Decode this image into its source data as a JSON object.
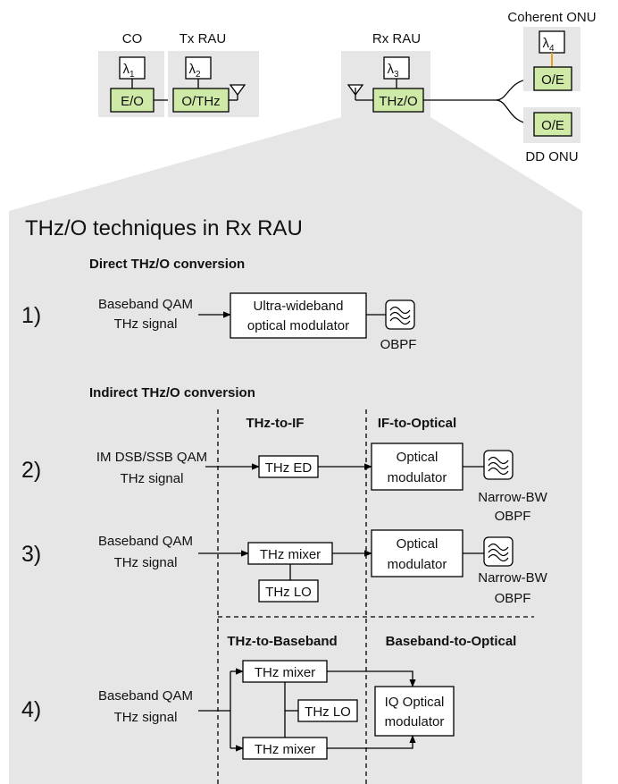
{
  "top": {
    "co_label": "CO",
    "tx_rau_label": "Tx RAU",
    "rx_rau_label": "Rx RAU",
    "coherent_onu_label": "Coherent ONU",
    "dd_onu_label": "DD ONU",
    "lambda1": "λ",
    "lambda1_sub": "1",
    "lambda2": "λ",
    "lambda2_sub": "2",
    "lambda3": "λ",
    "lambda3_sub": "3",
    "lambda4": "λ",
    "lambda4_sub": "4",
    "eo": "E/O",
    "othz": "O/THz",
    "thzo": "THz/O",
    "oe_coherent": "O/E",
    "oe_dd": "O/E"
  },
  "panel": {
    "title": "THz/O techniques in Rx RAU",
    "direct_heading": "Direct THz/O conversion",
    "indirect_heading": "Indirect THz/O conversion",
    "col_thz_to_if": "THz-to-IF",
    "col_if_to_optical": "IF-to-Optical",
    "col_thz_to_baseband": "THz-to-Baseband",
    "col_baseband_to_optical": "Baseband-to-Optical"
  },
  "rows": [
    {
      "num": "1)",
      "input_line1": "Baseband QAM",
      "input_line2": "THz signal",
      "modulator_line1": "Ultra-wideband",
      "modulator_line2": "optical modulator",
      "filter_label": "OBPF"
    },
    {
      "num": "2)",
      "input_line1": "IM DSB/SSB QAM",
      "input_line2": "THz signal",
      "stage1": "THz ED",
      "modulator_line1": "Optical",
      "modulator_line2": "modulator",
      "filter_label1": "Narrow-BW",
      "filter_label2": "OBPF"
    },
    {
      "num": "3)",
      "input_line1": "Baseband QAM",
      "input_line2": "THz signal",
      "stage1": "THz mixer",
      "lo": "THz LO",
      "modulator_line1": "Optical",
      "modulator_line2": "modulator",
      "filter_label1": "Narrow-BW",
      "filter_label2": "OBPF"
    },
    {
      "num": "4)",
      "input_line1": "Baseband QAM",
      "input_line2": "THz signal",
      "mixer_top": "THz mixer",
      "mixer_bottom": "THz mixer",
      "lo": "THz LO",
      "modulator_line1": "IQ Optical",
      "modulator_line2": "modulator"
    }
  ],
  "colors": {
    "rau_box": "#e6e6e6",
    "panel": "#e6e6e6",
    "converter": "#cfe9a6",
    "lambda4_link": "#e0a020"
  }
}
